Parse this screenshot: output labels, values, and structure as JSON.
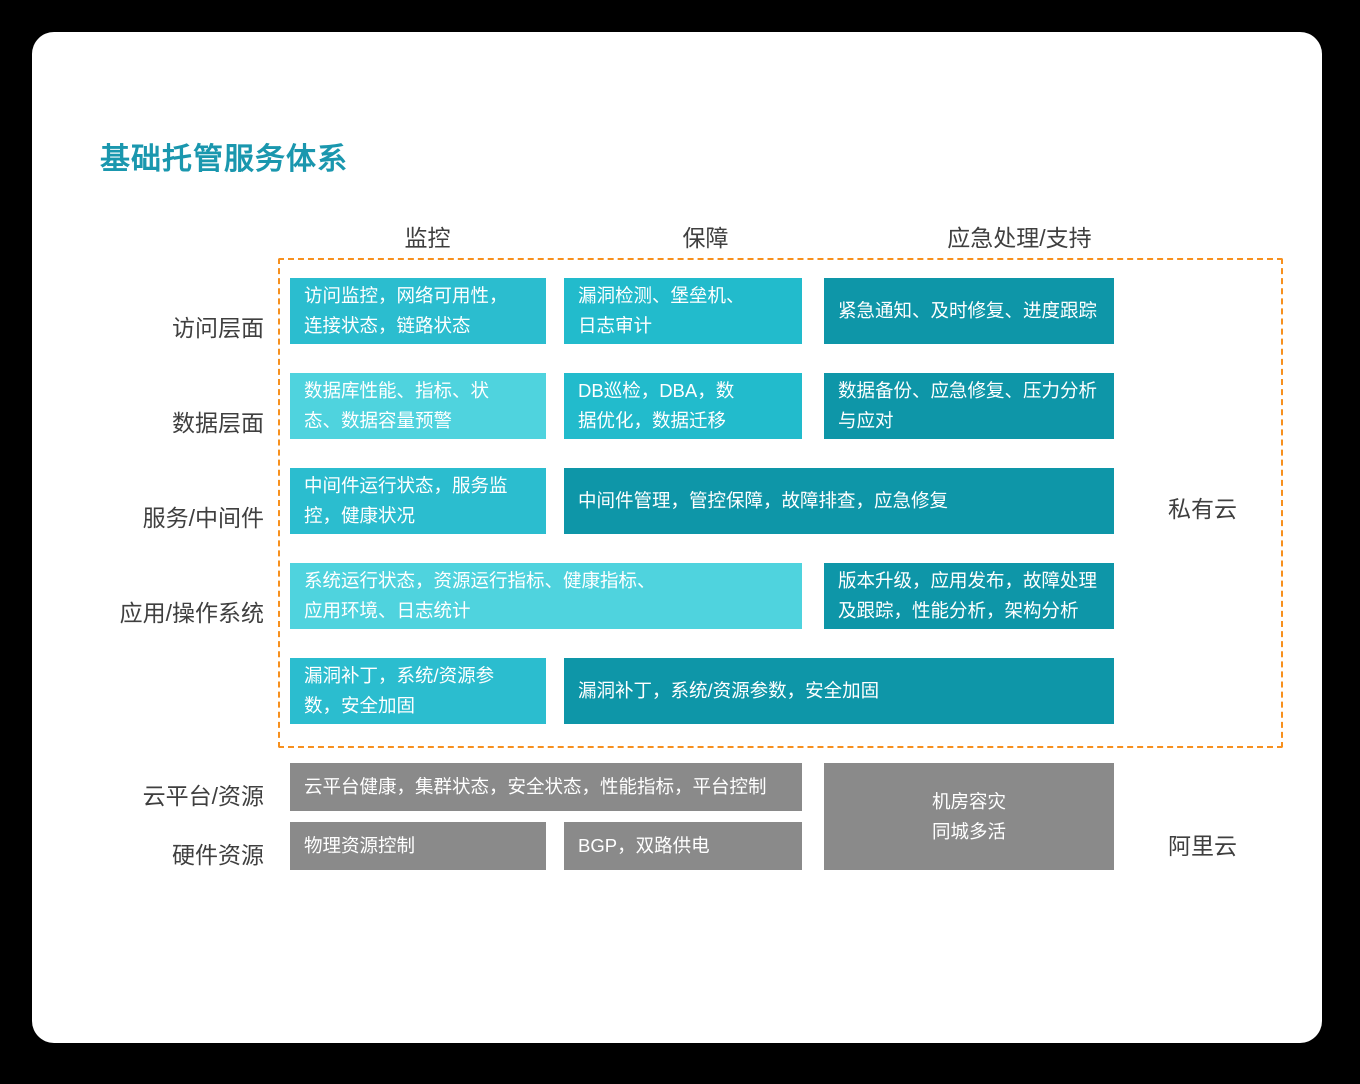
{
  "title": "基础托管服务体系",
  "colors": {
    "title": "#1A97AE",
    "cyan_light": "#4FD3DE",
    "cyan_mid": "#2BBDCF",
    "teal_mid": "#22BBCC",
    "teal_dark": "#0E96A8",
    "gray": "#8A8A8A",
    "dashed_border": "#F7901E",
    "card_bg": "#FFFFFF",
    "page_bg": "#000000",
    "text_dark": "#3F3F3F"
  },
  "columns": [
    {
      "label": "监控"
    },
    {
      "label": "保障"
    },
    {
      "label": "应急处理/支持"
    }
  ],
  "rows": [
    {
      "label": "访问层面"
    },
    {
      "label": "数据层面"
    },
    {
      "label": "服务/中间件"
    },
    {
      "label": "应用/操作系统"
    },
    {
      "label": ""
    },
    {
      "label": "云平台/资源"
    },
    {
      "label": "硬件资源"
    }
  ],
  "group_labels": {
    "private_cloud": "私有云",
    "alibaba_cloud": "阿里云"
  },
  "cells": [
    {
      "id": "r1c1",
      "text": "访问监控，网络可用性，\n连接状态，链路状态",
      "color": "#2BBDCF",
      "align": "left"
    },
    {
      "id": "r1c2",
      "text": "漏洞检测、堡垒机、\n日志审计",
      "color": "#22BBCC",
      "align": "left"
    },
    {
      "id": "r1c3",
      "text": "紧急通知、及时修复、进度跟踪",
      "color": "#0E96A8",
      "align": "left"
    },
    {
      "id": "r2c1",
      "text": "数据库性能、指标、状\n态、数据容量预警",
      "color": "#4FD3DE",
      "align": "left"
    },
    {
      "id": "r2c2",
      "text": "DB巡检，DBA，数\n据优化，数据迁移",
      "color": "#22BBCC",
      "align": "left"
    },
    {
      "id": "r2c3",
      "text": "数据备份、应急修复、压力分析\n与应对",
      "color": "#0E96A8",
      "align": "left"
    },
    {
      "id": "r3c1",
      "text": "中间件运行状态，服务监\n控，健康状况",
      "color": "#2BBDCF",
      "align": "left"
    },
    {
      "id": "r3c23",
      "text": "中间件管理，管控保障，故障排查，应急修复",
      "color": "#0E96A8",
      "align": "left"
    },
    {
      "id": "r4c12",
      "text": "系统运行状态，资源运行指标、健康指标、\n应用环境、日志统计",
      "color": "#4FD3DE",
      "align": "left"
    },
    {
      "id": "r4c3",
      "text": "版本升级，应用发布，故障处理\n及跟踪，性能分析，架构分析",
      "color": "#0E96A8",
      "align": "left"
    },
    {
      "id": "r5c1",
      "text": "漏洞补丁，系统/资源参\n数，安全加固",
      "color": "#2BBDCF",
      "align": "left"
    },
    {
      "id": "r5c23",
      "text": "漏洞补丁，系统/资源参数，安全加固",
      "color": "#0E96A8",
      "align": "left"
    },
    {
      "id": "r6c12",
      "text": "云平台健康，集群状态，安全状态，性能指标，平台控制",
      "color": "#8A8A8A",
      "align": "left"
    },
    {
      "id": "r67c3",
      "text": "机房容灾\n同城多活",
      "color": "#8A8A8A",
      "align": "center"
    },
    {
      "id": "r7c1",
      "text": "物理资源控制",
      "color": "#8A8A8A",
      "align": "left"
    },
    {
      "id": "r7c2",
      "text": "BGP，双路供电",
      "color": "#8A8A8A",
      "align": "left"
    }
  ]
}
